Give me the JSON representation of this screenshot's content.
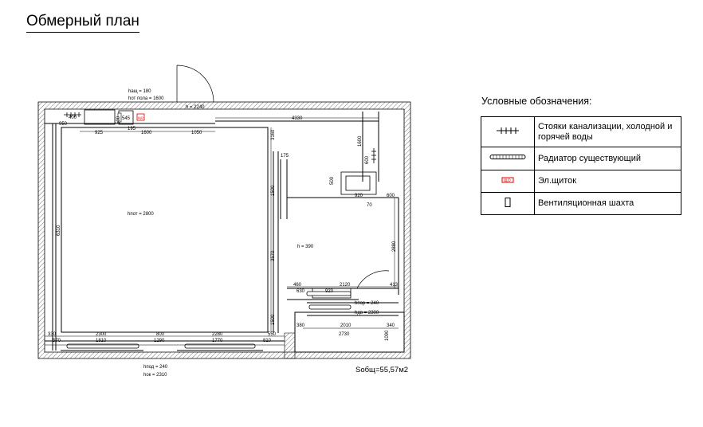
{
  "title": "Обмерный план",
  "legend": {
    "title": "Условные обозначения:",
    "items": [
      {
        "icon": "riser-icon",
        "label": "Стояки канализации, холодной и горячей воды"
      },
      {
        "icon": "radiator-icon",
        "label": "Радиатор существующий"
      },
      {
        "icon": "electrical-panel-icon",
        "label": "Эл.щиток",
        "symbol_text": "ЩО"
      },
      {
        "icon": "ventilation-shaft-icon",
        "label": "Вентиляционная шахта"
      }
    ]
  },
  "plan": {
    "panel_label": "ЩО",
    "labels": {
      "h_ashch": "hащ = 180",
      "h_ot_pola": "hот пола = 1600",
      "h_door_top": "h = 2240",
      "h_pot": "hпот = 2800",
      "h_390": "h = 390",
      "h_por": "hпор = 240",
      "h_dv": "hдв = 2300",
      "h_pod": "hпод = 240",
      "h_ok": "hок = 2310",
      "area": "Sобщ=55,57м2"
    },
    "dims": {
      "d400": "400",
      "d950": "950",
      "d925": "925",
      "d545": "545",
      "d500a": "500",
      "d195": "195",
      "d1600a": "1600",
      "d1050": "1050",
      "d4330": "4330",
      "d3160": "3160",
      "d175": "175",
      "d1500": "1500",
      "d1600b": "1600",
      "d600a": "600",
      "d500b": "500",
      "d920a": "920",
      "d600b": "600",
      "d70": "70",
      "d6310": "6310",
      "d3570": "3570",
      "d2880": "2880",
      "d460": "460",
      "d2120": "2120",
      "d413": "413",
      "d630": "630",
      "d920b": "920",
      "d380": "380",
      "d2010": "2010",
      "d340": "340",
      "d2730": "2730",
      "d1090": "1090",
      "d1500b": "1500",
      "d330": "330",
      "d2300": "2300",
      "d800": "800",
      "d2280": "2280",
      "d550": "550",
      "d570": "570",
      "d1810": "1810",
      "d1290": "1290",
      "d1770": "1770",
      "d810": "810"
    }
  }
}
